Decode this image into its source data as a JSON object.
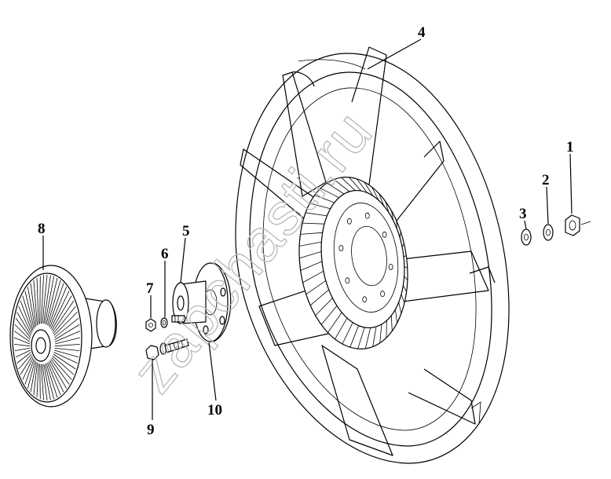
{
  "watermark": "zapchasti.ru",
  "callouts": [
    {
      "id": "1",
      "text": "1"
    },
    {
      "id": "2",
      "text": "2"
    },
    {
      "id": "3",
      "text": "3"
    },
    {
      "id": "4",
      "text": "4"
    },
    {
      "id": "5",
      "text": "5"
    },
    {
      "id": "6",
      "text": "6"
    },
    {
      "id": "7",
      "text": "7"
    },
    {
      "id": "8",
      "text": "8"
    },
    {
      "id": "9",
      "text": "9"
    },
    {
      "id": "10",
      "text": "10"
    }
  ]
}
